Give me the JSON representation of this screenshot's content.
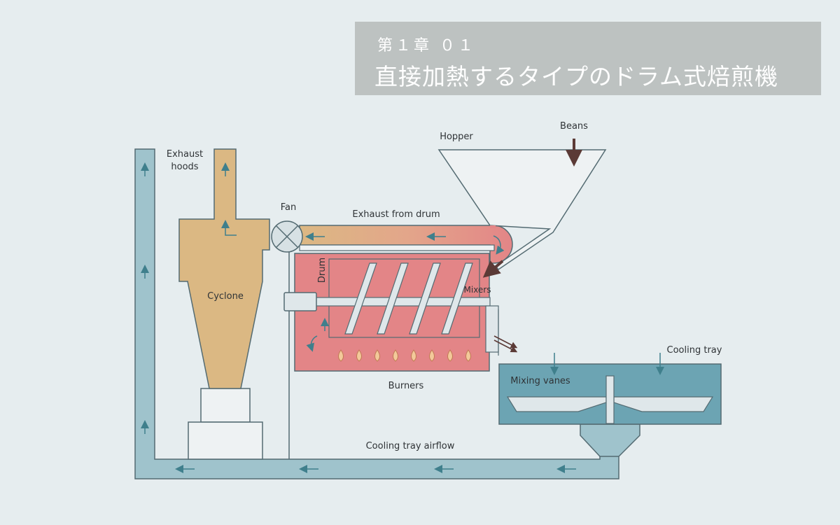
{
  "header": {
    "chapter": "第１章 ０１",
    "title": "直接加熱するタイプのドラム式焙煎機"
  },
  "labels": {
    "exhaust_hoods_1": "Exhaust",
    "exhaust_hoods_2": "hoods",
    "fan": "Fan",
    "cyclone": "Cyclone",
    "hopper": "Hopper",
    "beans": "Beans",
    "exhaust_from_drum": "Exhaust from drum",
    "drum": "Drum",
    "mixers": "Mixers",
    "burners": "Burners",
    "cooling_tray": "Cooling tray",
    "mixing_vanes": "Mixing vanes",
    "cooling_tray_airflow": "Cooling tray airflow"
  },
  "colors": {
    "duct": "#9fc3cc",
    "duct_stroke": "#546b72",
    "cyclone": "#dbb883",
    "drum": "#e38587",
    "tray": "#6ca4b3",
    "arrow_teal": "#3f7f8c",
    "arrow_dark": "#5b3a36"
  }
}
